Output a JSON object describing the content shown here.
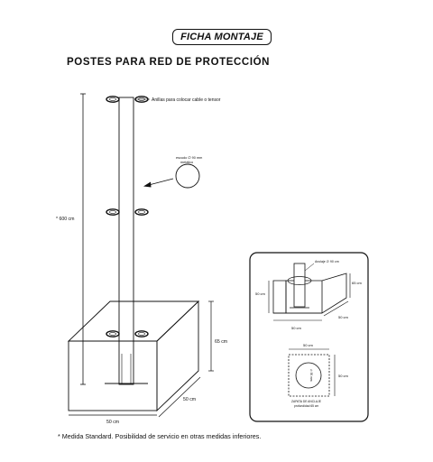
{
  "header": {
    "badge": "FICHA MONTAJE",
    "title": "POSTES PARA RED DE PROTECCIÓN"
  },
  "main_drawing": {
    "ring_label": "Anillas para colocar cable o tensor",
    "pole_note_line1": "escudo ∅ 90 mm",
    "pole_note_line2": "metálico",
    "height_label": "* 600 cm",
    "base_height_label": "65 cm",
    "base_depth_label": "50 cm",
    "base_width_label": "50 cm"
  },
  "inset": {
    "anchor_label": "Anclaje ∅ 90 cm",
    "left_height": "50 cm",
    "right_height": "65 cm",
    "front_width": "50 cm",
    "side_depth": "50 cm",
    "top_view_width": "50 cm",
    "top_view_height": "50 cm",
    "circle_label": "∅ 90 mm",
    "caption_line1": "ZAPATA DE ANCLAJE",
    "caption_line2": "profundidad 65 cm"
  },
  "footnote": "* Medida Standard. Posibilidad de servicio en otras medidas inferiores."
}
